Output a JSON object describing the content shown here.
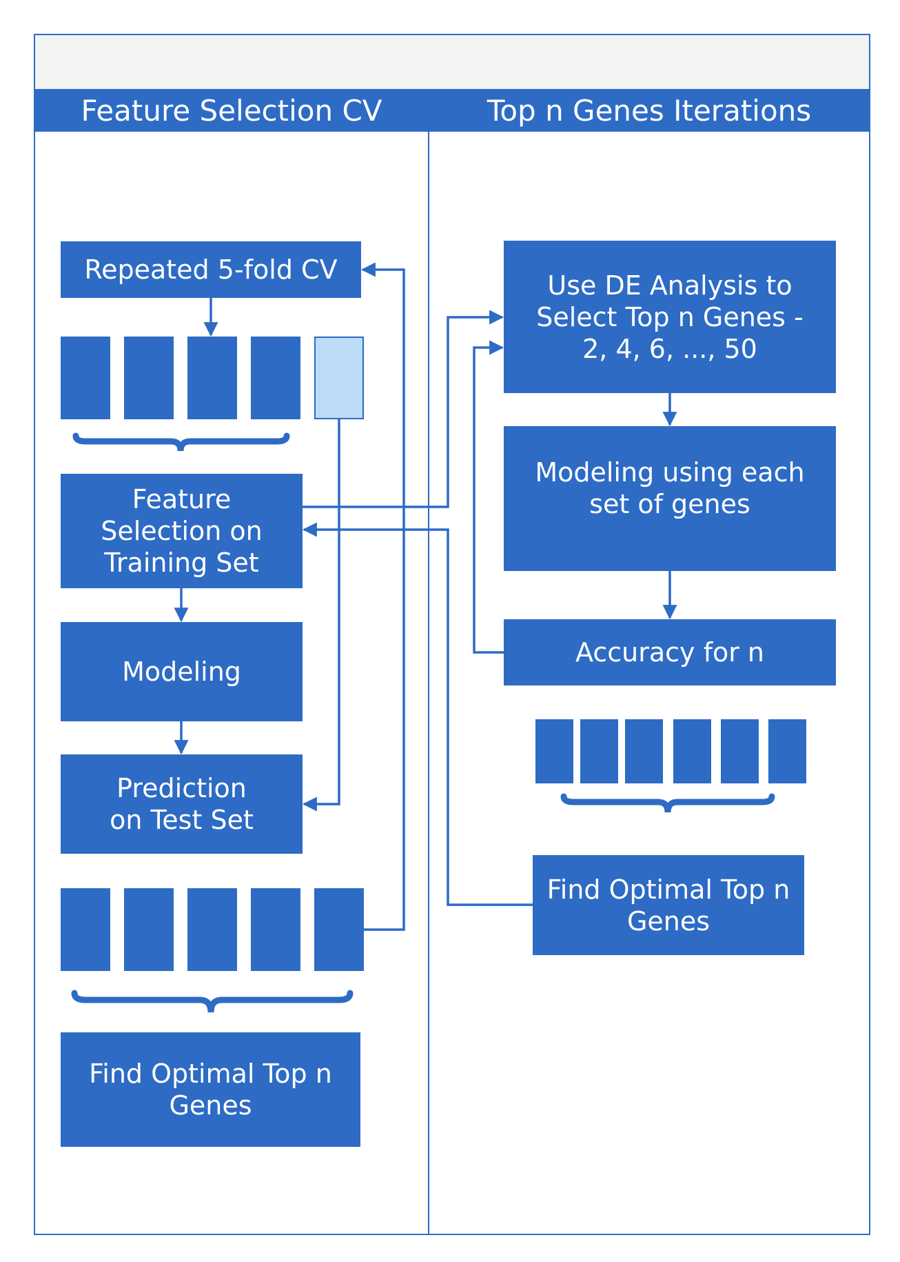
{
  "lanes": {
    "left_title": "Feature Selection CV",
    "right_title": "Top n Genes Iterations"
  },
  "left": {
    "repeated_cv": "Repeated 5-fold CV",
    "feature_selection": "Feature Selection on Training Set",
    "modeling": "Modeling",
    "prediction": "Prediction on Test Set",
    "find_optimal": "Find Optimal Top n Genes"
  },
  "right": {
    "de_analysis": "Use DE Analysis to Select Top n Genes - 2, 4, 6, ..., 50",
    "modeling_each": "Modeling using each set of genes",
    "accuracy": "Accuracy for n",
    "find_optimal": "Find Optimal Top n Genes"
  },
  "colors": {
    "primary": "#2d6bc5",
    "test_fold": "#bcdcf7",
    "top_band": "#f3f3f3"
  }
}
